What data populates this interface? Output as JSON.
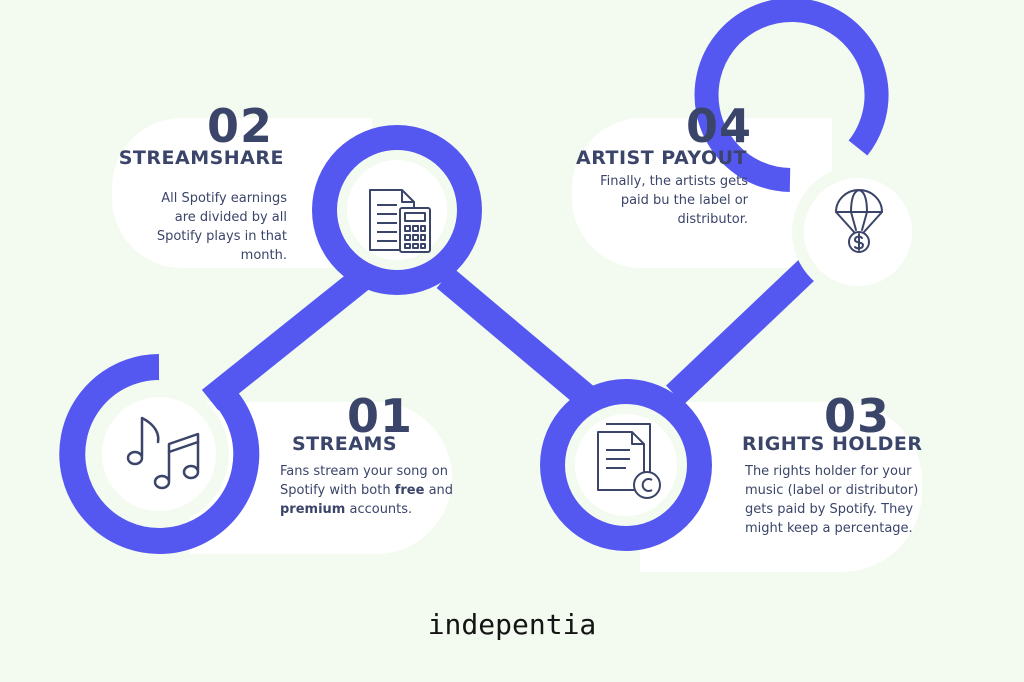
{
  "colors": {
    "track": "#5558f0",
    "text": "#3b4569",
    "card": "#ffffff",
    "background": "#f3fbf0",
    "icon": "#3b4569"
  },
  "steps": [
    {
      "number": "01",
      "title": "STREAMS",
      "text_a": "Fans stream your song on Spotify with both ",
      "text_b1": "free",
      "text_c": " and ",
      "text_b2": "premium",
      "text_d": " accounts.",
      "icon": "music-notes-icon"
    },
    {
      "number": "02",
      "title": "STREAMSHARE",
      "text": "All Spotify earnings are divided by all Spotify plays in that month.",
      "icon": "calculator-document-icon"
    },
    {
      "number": "03",
      "title": "RIGHTS HOLDER",
      "text": "The rights holder for your music (label or distributor) gets paid by Spotify. They might keep a percentage.",
      "icon": "copyright-document-icon"
    },
    {
      "number": "04",
      "title": "ARTIST PAYOUT",
      "text": "Finally, the artists gets paid bu the label or distributor.",
      "icon": "parachute-money-icon"
    }
  ],
  "brand": {
    "logo": "indepentia"
  }
}
